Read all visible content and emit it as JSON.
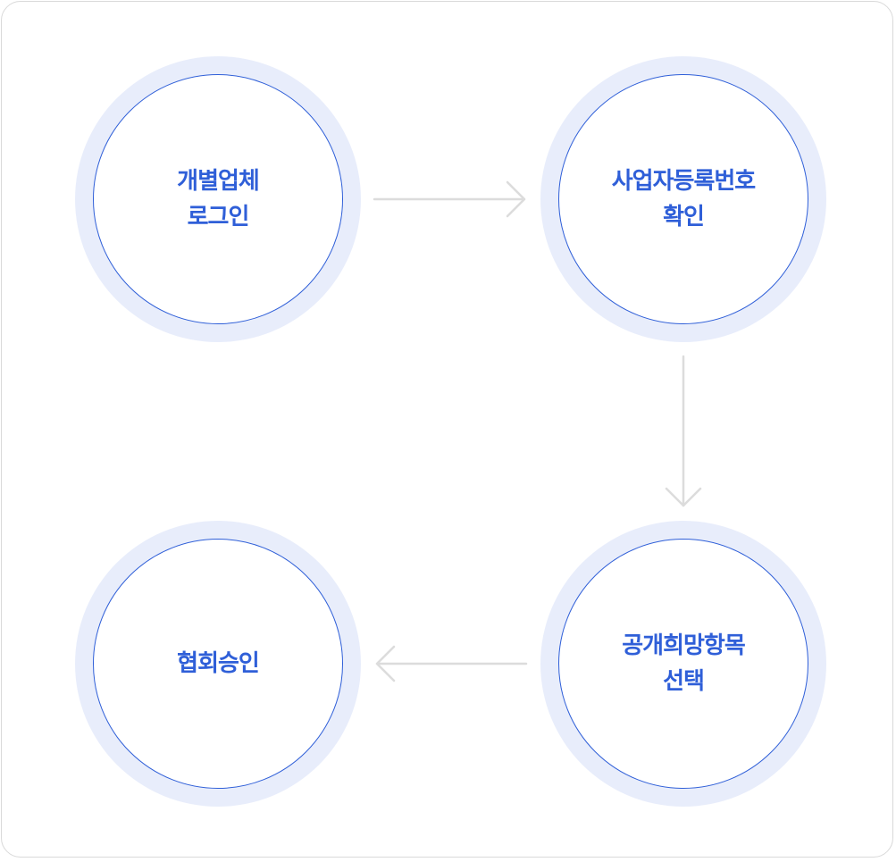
{
  "steps": [
    {
      "id": "step-1",
      "lines": [
        "개별업체",
        "로그인"
      ]
    },
    {
      "id": "step-2",
      "lines": [
        "사업자등록번호",
        "확인"
      ]
    },
    {
      "id": "step-3",
      "lines": [
        "공개희망항목",
        "선택"
      ]
    },
    {
      "id": "step-4",
      "lines": [
        "협회승인"
      ]
    }
  ],
  "colors": {
    "accent": "#2f5fd8",
    "ring": "#e8edfb",
    "arrow": "#dcdcdc",
    "border": "#d9d9d9"
  },
  "icons": {
    "step-1-to-step-2": "arrow-right-icon",
    "step-2-to-step-3": "arrow-down-icon",
    "step-3-to-step-4": "arrow-left-icon"
  }
}
